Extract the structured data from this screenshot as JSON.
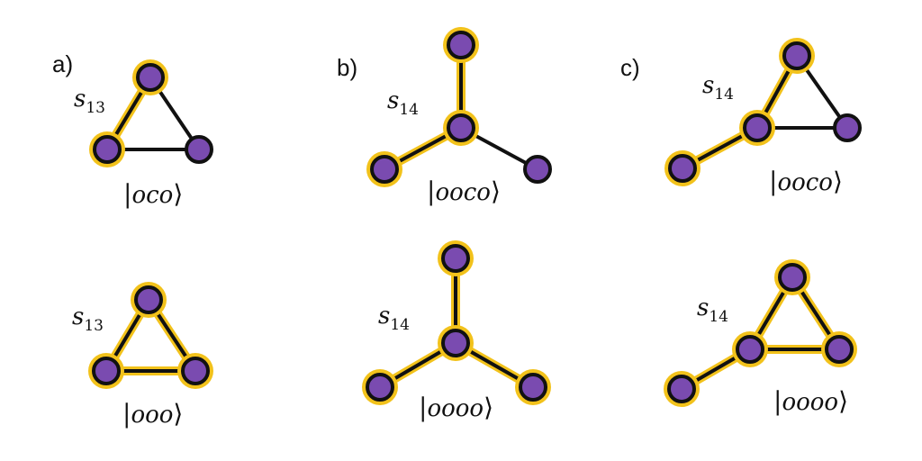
{
  "colors": {
    "highlight": "#F2C21B",
    "node_fill": "#7A4BB0",
    "node_stroke": "#111111",
    "edge": "#111111"
  },
  "panels": [
    {
      "label": "a)",
      "graphs": [
        {
          "s_main": "s",
          "s_sub": "13",
          "ket": "oco",
          "nodes": [
            [
              167,
              86,
              true
            ],
            [
              119,
              166,
              true
            ],
            [
              221,
              166,
              false
            ]
          ],
          "edges": [
            [
              0,
              1,
              true
            ],
            [
              0,
              2,
              false
            ],
            [
              1,
              2,
              false
            ]
          ]
        },
        {
          "s_main": "s",
          "s_sub": "13",
          "ket": "ooo",
          "nodes": [
            [
              165,
              333,
              true
            ],
            [
              118,
              412,
              true
            ],
            [
              217,
              412,
              true
            ]
          ],
          "edges": [
            [
              0,
              1,
              true
            ],
            [
              0,
              2,
              true
            ],
            [
              1,
              2,
              true
            ]
          ]
        }
      ]
    },
    {
      "label": "b)",
      "graphs": [
        {
          "s_main": "s",
          "s_sub": "14",
          "ket": "ooco",
          "nodes": [
            [
              512,
              50,
              true
            ],
            [
              512,
              142,
              true
            ],
            [
              427,
              188,
              true
            ],
            [
              597,
              188,
              false
            ]
          ],
          "edges": [
            [
              0,
              1,
              true
            ],
            [
              1,
              2,
              true
            ],
            [
              1,
              3,
              false
            ]
          ]
        },
        {
          "s_main": "s",
          "s_sub": "14",
          "ket": "oooo",
          "nodes": [
            [
              506,
              287,
              true
            ],
            [
              506,
              381,
              true
            ],
            [
              422,
              430,
              true
            ],
            [
              592,
              430,
              true
            ]
          ],
          "edges": [
            [
              0,
              1,
              true
            ],
            [
              1,
              2,
              true
            ],
            [
              1,
              3,
              true
            ]
          ]
        }
      ]
    },
    {
      "label": "c)",
      "graphs": [
        {
          "s_main": "s",
          "s_sub": "14",
          "ket": "ooco",
          "nodes": [
            [
              885,
              62,
              true
            ],
            [
              841,
              142,
              true
            ],
            [
              941,
              142,
              false
            ],
            [
              758,
              187,
              true
            ]
          ],
          "edges": [
            [
              0,
              1,
              true
            ],
            [
              0,
              2,
              false
            ],
            [
              1,
              2,
              false
            ],
            [
              1,
              3,
              true
            ]
          ]
        },
        {
          "s_main": "s",
          "s_sub": "14",
          "ket": "oooo",
          "nodes": [
            [
              880,
              308,
              true
            ],
            [
              833,
              388,
              true
            ],
            [
              932,
              388,
              true
            ],
            [
              757,
              432,
              true
            ]
          ],
          "edges": [
            [
              0,
              1,
              true
            ],
            [
              0,
              2,
              true
            ],
            [
              1,
              2,
              true
            ],
            [
              1,
              3,
              true
            ]
          ]
        }
      ]
    }
  ]
}
